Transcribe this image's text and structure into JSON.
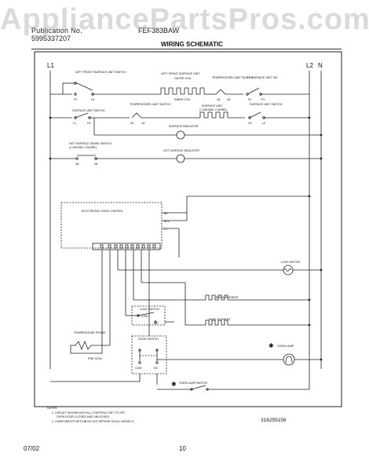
{
  "watermark": "AppliancePartsPros.com",
  "header": {
    "publication_label": "Publication No.",
    "publication_number": "5995337207",
    "model": "FEF383BAW",
    "title": "WIRING SCHEMATIC"
  },
  "rails": {
    "l1": "L1",
    "l2": "L2",
    "n": "N"
  },
  "components": {
    "left_switch_title": "LEFT FRONT SURFACE UNIT SWITCH",
    "left_front_unit": "LEFT FRONT SURFACE UNIT",
    "outer_coil": "OUTER COIL",
    "inner_coil": "INNER COIL",
    "temp_limiter_1": "TEMPERATURE LIMIT SWITCH",
    "lf_unit_sw": "LF SURFACE UNIT SW",
    "surface_unit_switch": "SURFACE UNIT SWITCH",
    "temp_limiter_2": "TEMPERATURE LIMIT SWITCH",
    "surface_unit_2": "SURFACE UNIT",
    "surface_unit_note": "(1 SHOWN, 2 MORE)",
    "surface_unit_switch_2": "SURFACE UNIT SWITCH",
    "surface_indicator": "SURFACE INDICATOR",
    "hot_surface_switch": "HOT SURFACE SENSE SWITCH",
    "hot_surface_note": "(1 SHOWN, 3 MORE)",
    "hot_surface_indicator": "HOT SURFACE INDICATOR",
    "eoc": "ELECTRONIC OVEN CONTROL",
    "lock_motor": "LOCK MOTOR",
    "lock_switch": "LOCK SWITCH",
    "broil_element": "BROIL ELEMENT",
    "bake_element": "BAKE ELEMENT",
    "temp_probe": "TEMPERATURE PROBE",
    "pnd_icon": "PND ICON",
    "door_switch": "DOOR SWITCH",
    "oven_lamp": "OVEN LAMP",
    "oven_lamp_switch": "OVEN LAMP SWITCH"
  },
  "terminals": {
    "p2": "P2",
    "p1": "P1",
    "h1": "H1",
    "h2": "H2",
    "l1": "L1",
    "a1": "1A",
    "a2": "2A",
    "l2": "L2",
    "t1": "1B",
    "t2": "2B",
    "bk": "BK",
    "bkl": "BKL",
    "l1c": "L1",
    "com": "COM",
    "no": "NO",
    "nc": "NC"
  },
  "notes": {
    "heading": "NOTES:",
    "note1": "1. CIRCUIT SHOWN WITH ALL CONTROLS SET TO OFF.",
    "note1b": "OVEN DOOR CLOSED AND UNLOCKED.",
    "note2": "2. COMPONENTS WITH ✱ DO NOT APPEAR ON ALL MODELS."
  },
  "part_number": "316255156",
  "footer": {
    "date": "07/02",
    "page": "10"
  }
}
